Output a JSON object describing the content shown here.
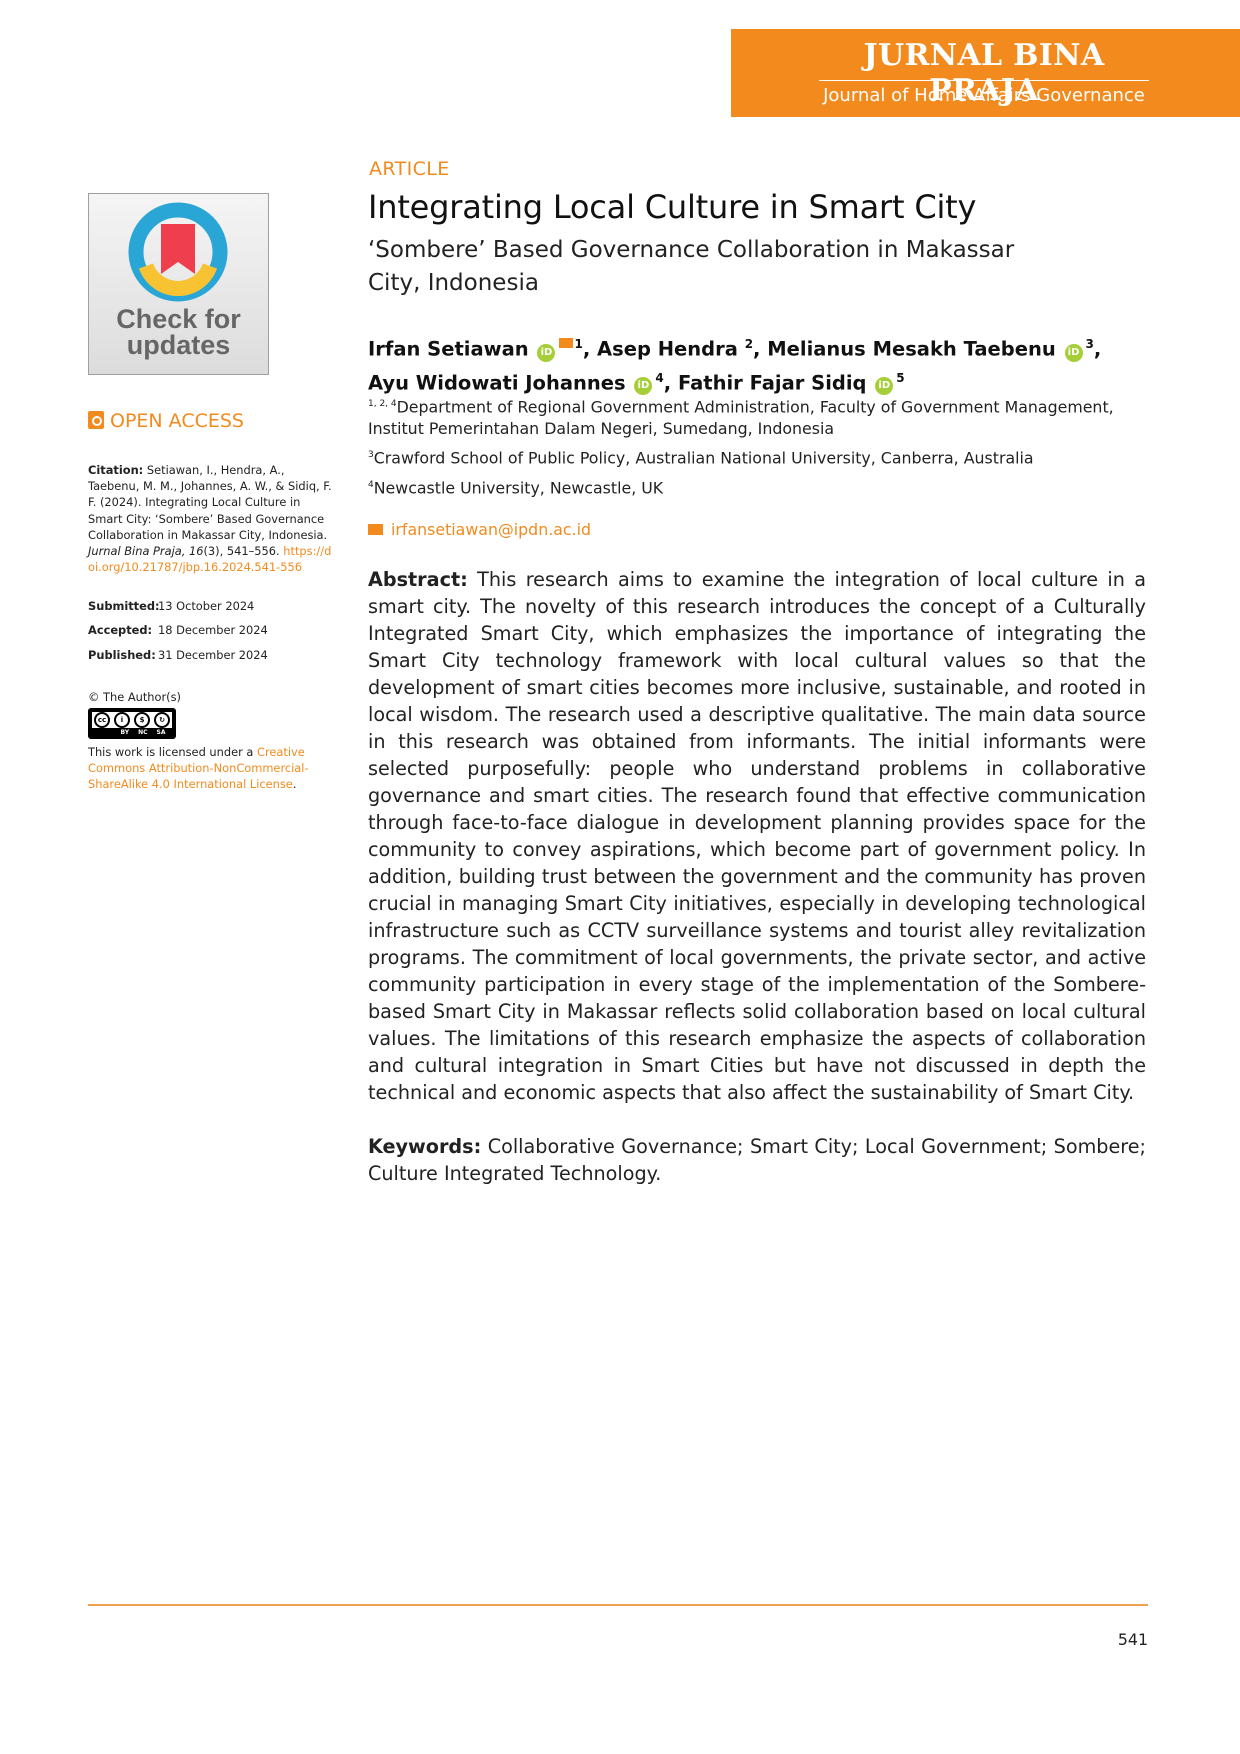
{
  "masthead": {
    "journal": "JURNAL BINA PRAJA",
    "subtitle": "Journal of Home Affairs Governance"
  },
  "badge": {
    "line1": "Check for",
    "line2": "updates"
  },
  "sidebar": {
    "open_access": "OPEN ACCESS",
    "citation_label": "Citation:",
    "citation_text": "Setiawan, I., Hendra, A., Taebenu, M. M., Johannes, A. W., & Sidiq, F. F. (2024). Integrating Local Culture in Smart City: ‘Sombere’ Based Governance Collaboration in Makassar City, Indonesia.",
    "citation_journal": "Jurnal Bina Praja,",
    "citation_volume": "16",
    "citation_issue": "(3), 541–556.",
    "citation_doi": "https://doi.org/10.21787/jbp.16.2024.541-556",
    "dates": [
      {
        "label": "Submitted:",
        "value": "13 October 2024"
      },
      {
        "label": "Accepted:",
        "value": "18 December 2024"
      },
      {
        "label": "Published:",
        "value": "31 December 2024"
      }
    ],
    "copyright": "© The Author(s)",
    "cc_labels": [
      "BY",
      "NC",
      "SA"
    ],
    "license_prefix": "This work is licensed under a",
    "license_link": "Creative Commons Attribution-NonCommercial-ShareAlike 4.0 International License",
    "license_suffix": "."
  },
  "article": {
    "label": "ARTICLE",
    "title": "Integrating Local Culture in Smart City",
    "subtitle": "‘Sombere’ Based Governance Collaboration in Makassar City, Indonesia",
    "authors": [
      {
        "name": "Irfan Setiawan",
        "sup": "1",
        "orcid": true,
        "corresponding": true,
        "sep": ", "
      },
      {
        "name": "Asep Hendra",
        "sup": "2",
        "orcid": false,
        "corresponding": false,
        "sep": ", "
      },
      {
        "name": "Melianus Mesakh Taebenu",
        "sup": "3",
        "orcid": true,
        "corresponding": false,
        "sep": ", "
      },
      {
        "name": "Ayu Widowati Johannes",
        "sup": "4",
        "orcid": true,
        "corresponding": false,
        "sep": ", "
      },
      {
        "name": "Fathir Fajar Sidiq",
        "sup": "5",
        "orcid": true,
        "corresponding": false,
        "sep": ""
      }
    ],
    "affiliations": [
      {
        "sup": "1, 2, 4",
        "text": "Department of Regional Government Administration, Faculty of Government Management, Institut Pemerintahan Dalam Negeri, Sumedang, Indonesia"
      },
      {
        "sup": "3",
        "text": "Crawford School of Public Policy, Australian National University, Canberra, Australia"
      },
      {
        "sup": "4",
        "text": "Newcastle University, Newcastle, UK"
      }
    ],
    "email": "irfansetiawan@ipdn.ac.id",
    "abstract_label": "Abstract:",
    "abstract": "This research aims to examine the integration of local culture in a smart city. The novelty of this research introduces the concept of a Culturally Integrated Smart City, which emphasizes the importance of integrating the Smart City technology framework with local cultural values so that the development of smart cities becomes more inclusive, sustainable, and rooted in local wisdom. The research used a descriptive qualitative. The main data source in this research was obtained from informants. The initial informants were selected purposefully: people who understand problems in collaborative governance and smart cities. The research found that effective communication through face-to-face dialogue in development planning provides space for the community to convey aspirations, which become part of government policy. In addition, building trust between the government and the community has proven crucial in managing Smart City initiatives, especially in developing technological infrastructure such as CCTV surveillance systems and tourist alley revitalization programs. The commitment of local governments, the private sector, and active community participation in every stage of the implementation of the Sombere-based Smart City in Makassar reflects solid collaboration based on local cultural values. The limitations of this research emphasize the aspects of collaboration and cultural integration in Smart Cities but have not discussed in depth the technical and economic aspects that also affect the sustainability of Smart City.",
    "keywords_label": "Keywords:",
    "keywords": "Collaborative Governance; Smart City; Local Government; Sombere; Culture Integrated Technology."
  },
  "footer": {
    "page_number": "541"
  },
  "colors": {
    "accent": "#f28a1e",
    "orcid": "#a6ce39"
  }
}
